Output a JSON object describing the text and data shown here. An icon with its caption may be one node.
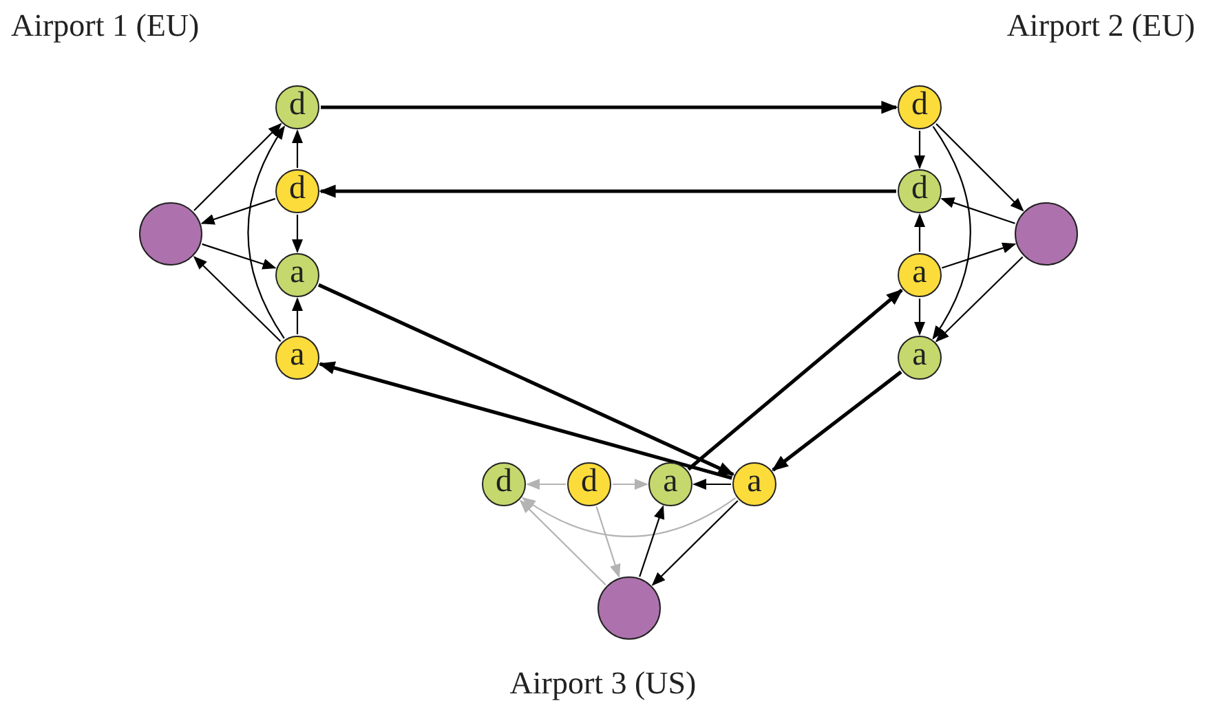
{
  "diagram": {
    "nodes": [
      {
        "text": [
          "d"
        ]
      },
      {
        "text": [
          "d"
        ]
      },
      {
        "text": [
          "a"
        ]
      },
      {
        "text": [
          "a"
        ]
      },
      {
        "text": [],
        "shape": "circle"
      },
      {
        "text": [
          "d"
        ]
      },
      {
        "text": [
          "d"
        ]
      },
      {
        "text": [
          "a"
        ]
      },
      {
        "text": [
          "a"
        ]
      },
      {
        "text": [],
        "shape": "circle"
      },
      {
        "text": [
          "d"
        ]
      },
      {
        "text": [
          "d"
        ]
      },
      {
        "text": [
          "a"
        ]
      },
      {
        "text": [
          "a"
        ]
      },
      {
        "text": [],
        "shape": "circle"
      }
    ],
    "edges": [
      {
        "from": 4,
        "to": 0,
        "arrow": "to"
      },
      {
        "from": 1,
        "to": 4,
        "arrow": "to"
      },
      {
        "from": 4,
        "to": 2,
        "arrow": "to"
      },
      {
        "from": 3,
        "to": 4,
        "arrow": "to"
      },
      {
        "from": 1,
        "to": 0,
        "arrow": "to"
      },
      {
        "from": 1,
        "to": 2,
        "arrow": "to"
      },
      {
        "from": 3,
        "to": 2,
        "arrow": "to"
      },
      {
        "from": 3,
        "to": 0,
        "arrow": "to"
      },
      {
        "from": 0,
        "to": 5,
        "arrow": "to",
        "style": "thick"
      },
      {
        "from": 6,
        "to": 1,
        "arrow": "to",
        "style": "thick"
      },
      {
        "from": 2,
        "to": 13,
        "arrow": "to",
        "style": "thick"
      },
      {
        "from": 13,
        "to": 3,
        "arrow": "to",
        "style": "thick"
      },
      {
        "from": 12,
        "to": 7,
        "arrow": "to",
        "style": "thick"
      },
      {
        "from": 8,
        "to": 13,
        "arrow": "to",
        "style": "thick"
      },
      {
        "from": 5,
        "to": 6,
        "arrow": "to"
      },
      {
        "from": 5,
        "to": 9,
        "arrow": "to"
      },
      {
        "from": 9,
        "to": 6,
        "arrow": "to"
      },
      {
        "from": 7,
        "to": 9,
        "arrow": "to"
      },
      {
        "from": 7,
        "to": 6,
        "arrow": "to"
      },
      {
        "from": 7,
        "to": 8,
        "arrow": "to"
      },
      {
        "from": 9,
        "to": 8,
        "arrow": "to"
      },
      {
        "from": 5,
        "to": 8,
        "arrow": "to"
      },
      {
        "from": 11,
        "to": 10,
        "arrow": "to",
        "color": "#b3b3b3"
      },
      {
        "from": 11,
        "to": 12,
        "arrow": "to",
        "color": "#b3b3b3"
      },
      {
        "from": 13,
        "to": 12,
        "arrow": "to"
      },
      {
        "from": 13,
        "to": 10,
        "arrow": "to",
        "color": "#b3b3b3"
      },
      {
        "from": 14,
        "to": 10,
        "arrow": "to",
        "color": "#b3b3b3"
      },
      {
        "from": 11,
        "to": 14,
        "arrow": "to",
        "color": "#b3b3b3"
      },
      {
        "from": 14,
        "to": 12,
        "arrow": "to"
      },
      {
        "from": 13,
        "to": 14,
        "arrow": "to"
      }
    ],
    "labels": [
      "Airport 1 (EU)",
      "Airport 2 (EU)",
      "Airport 3 (US)"
    ]
  }
}
